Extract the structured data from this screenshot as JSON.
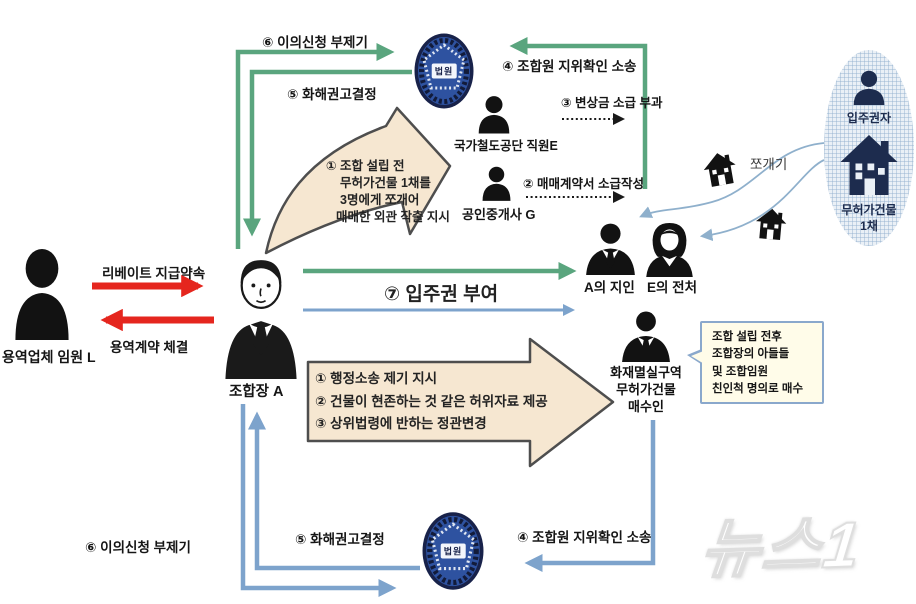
{
  "colors": {
    "green_arrow": "#5aa57e",
    "red_arrow": "#e5261e",
    "blue_arrow": "#7da3cc",
    "thin_blue_curve": "#8fb0cc",
    "block_arrow_fill": "#f6e7d1",
    "block_arrow_border": "#4e4e4e",
    "court_navy": "#18224a",
    "court_blue": "#2e52a0",
    "bubble_bg": "#fffce9",
    "bubble_border": "#8aa8cc",
    "zone_bg": "#eaf0f6"
  },
  "courts": {
    "top_label": "법원",
    "bottom_label": "법원"
  },
  "top_flow": {
    "objection": "⑥ 이의신청 부제기",
    "settlement": "⑤ 화해권고결정",
    "status_suit": "④ 조합원 지위확인 소송",
    "compensation": "③ 변상금 소급 부과",
    "backdated_contract": "② 매매계약서 소급작성"
  },
  "bottom_flow": {
    "objection": "⑥ 이의신청 부제기",
    "settlement": "⑤ 화해권고결정",
    "status_suit": "④ 조합원 지위확인 소송"
  },
  "center_flow": {
    "occupancy_grant": "⑦ 입주권 부여",
    "rebate": "리베이트 지급약속",
    "service_contract": "용역계약 체결",
    "split": "쪼개기"
  },
  "actors": {
    "contractor_exec": "용역업체 임원 L",
    "union_chief": "조합장 A",
    "rail_agency_employee": "국가철도공단 직원E",
    "realtor": "공인중개사 G",
    "acquaintance": "A의 지인",
    "ex_wife": "E의 전처",
    "occupancy_holder": "입주권자",
    "unlicensed_building_line1": "무허가건물",
    "unlicensed_building_line2": "1채",
    "buyer_line1": "화재멸실구역",
    "buyer_line2": "무허가건물",
    "buyer_line3": "매수인"
  },
  "instruction_arrow": {
    "line1": "① 조합 설립 전",
    "line2": "무허가건물 1채를",
    "line3": "3명에게 쪼개어",
    "line4": "매매한 외관 작출 지시"
  },
  "directive_arrow": {
    "line1": "① 행정소송 제기 지시",
    "line2": "② 건물이 현존하는 것 같은 허위자료 제공",
    "line3": "③ 상위법령에 반하는 정관변경"
  },
  "speech_bubble": {
    "line1": "조합 설립 전후",
    "line2": "조합장의 아들들",
    "line3": "및  조합임원",
    "line4": "친인척 명의로 매수"
  },
  "watermark": "뉴스1"
}
